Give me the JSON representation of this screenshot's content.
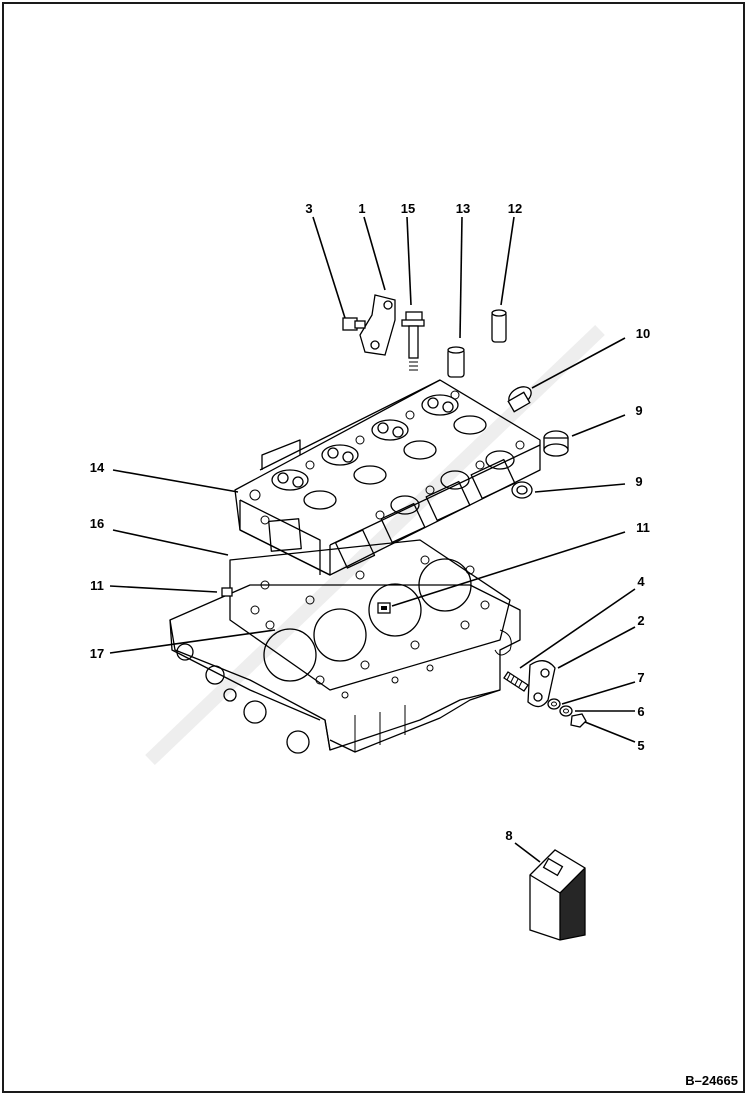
{
  "figure_id": "B–24665",
  "callouts": {
    "c1": "1",
    "c2": "2",
    "c3": "3",
    "c4": "4",
    "c5": "5",
    "c6": "6",
    "c7": "7",
    "c8": "8",
    "c9a": "9",
    "c9b": "9",
    "c10": "10",
    "c11a": "11",
    "c11b": "11",
    "c12": "12",
    "c13": "13",
    "c14": "14",
    "c15": "15",
    "c16": "16",
    "c17": "17"
  }
}
